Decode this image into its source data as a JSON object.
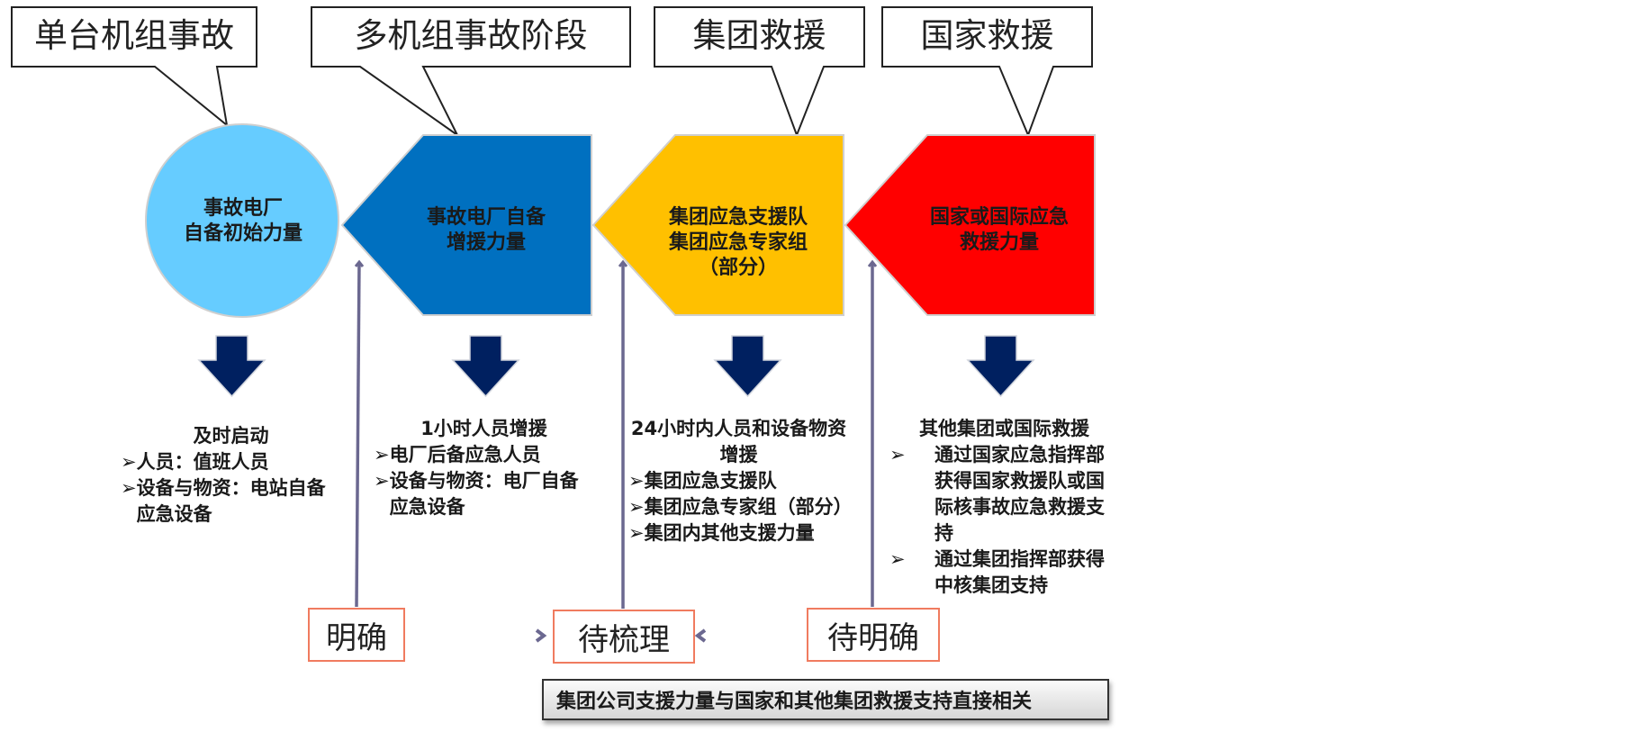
{
  "stages": [
    {
      "callout": "单台机组事故",
      "shape_lines": [
        "事故电厂",
        "自备初始力量"
      ],
      "color": "#66ccff",
      "desc_title": "及时启动",
      "desc_items": [
        "人员：值班人员",
        "设备与物资：电站自备应急设备"
      ]
    },
    {
      "callout": "多机组事故阶段",
      "shape_lines": [
        "事故电厂自备",
        "增援力量"
      ],
      "color": "#0070c0",
      "desc_title": "1小时人员增援",
      "desc_items": [
        "电厂后备应急人员",
        "设备与物资：电厂自备应急设备"
      ]
    },
    {
      "callout": "集团救援",
      "shape_lines": [
        "集团应急支援队",
        "集团应急专家组",
        "（部分）"
      ],
      "color": "#ffc000",
      "desc_title": "24小时内人员和设备物资增援",
      "desc_items": [
        "集团应急支援队",
        "集团应急专家组（部分）",
        "集团内其他支援力量"
      ]
    },
    {
      "callout": "国家救援",
      "shape_lines": [
        "国家或国际应急",
        "救援力量"
      ],
      "color": "#ff0000",
      "desc_title": "其他集团或国际救援",
      "desc_items": [
        "通过国家应急指挥部获得国家救援队或国际核事故应急救援支持",
        "通过集团指挥部获得中核集团支持"
      ]
    }
  ],
  "bullet_symbol": "➢",
  "status_boxes": [
    "明确",
    "待梳理",
    "待明确"
  ],
  "note": "集团公司支援力量与国家和其他集团救援支持直接相关",
  "colors": {
    "down_arrow": "#002060",
    "connector": "#6b6890",
    "status_border": "#f07b5f"
  }
}
